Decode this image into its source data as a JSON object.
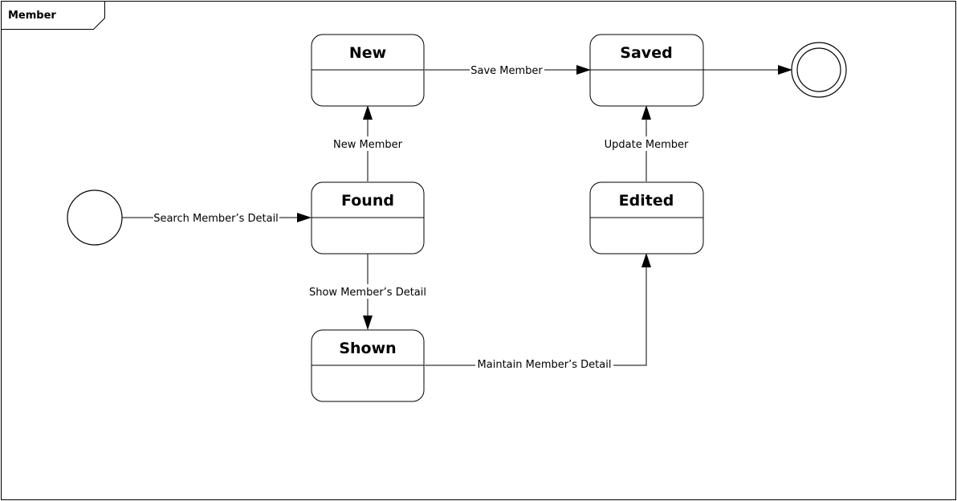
{
  "frame": {
    "title": "Member"
  },
  "states": {
    "new": "New",
    "saved": "Saved",
    "found": "Found",
    "edited": "Edited",
    "shown": "Shown"
  },
  "transitions": {
    "search": "Search Member’s Detail",
    "new_member": "New Member",
    "save": "Save Member",
    "show": "Show Member’s Detail",
    "maintain": "Maintain Member’s Detail",
    "update": "Update Member"
  }
}
